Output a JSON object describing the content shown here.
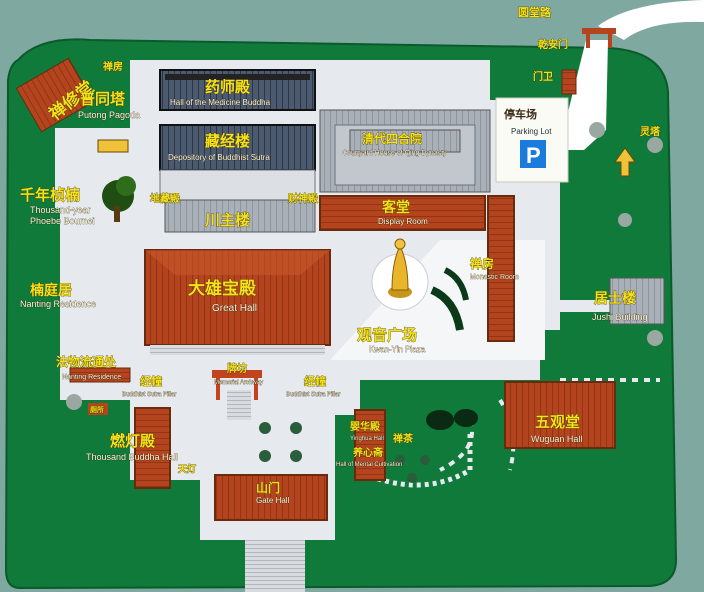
{
  "colors": {
    "water": "#7fa8a0",
    "grass": "#0f7a3a",
    "plaza": "#e6e9ee",
    "roof_red": "#b3441e",
    "roof_dark": "#3c4a5c",
    "road": "#ffffff",
    "label": "#f5e21a"
  },
  "icons": [
    "statue-icon",
    "parking-icon",
    "tree-icon",
    "arrow-icon",
    "gate-icon",
    "lotus-pond-icon"
  ],
  "labels": {
    "yuantang_road": "圆堂路",
    "qianan_gate": "乾安门",
    "guard": "门卫",
    "lingta": "灵塔",
    "chanxiutang": "禅修堂",
    "chanfang_top": "禅房",
    "putong_cn": "普同塔",
    "putong_en": "Putong Pagoda",
    "yaoshi_cn": "药师殿",
    "yaoshi_en": "Hall of the Medicine Buddha",
    "cangjing_cn": "藏经楼",
    "cangjing_en": "Depository of Buddhist Sutra",
    "qinghua_cn": "清代四合院",
    "qinghua_en": "Courtyard House of Qing Dynasty",
    "parking_cn": "停车场",
    "parking_en": "Parking Lot",
    "parking_letter": "P",
    "qiannian_cn": "千年桢楠",
    "qiannian_en1": "Thousand-year",
    "qiannian_en2": "Phoebe Bournei",
    "dizang": "地藏殿",
    "caishen": "财神殿",
    "chuanzhu": "川主楼",
    "ketang_cn": "客堂",
    "ketang_en": "Display Room",
    "chanfang_cn": "禅房",
    "chanfang_en": "Monastic Room",
    "nanting_cn": "楠庭居",
    "nanting_en": "Nanting Residence",
    "daxiong_cn": "大雄宝殿",
    "daxiong_en": "Great Hall",
    "guanyin_cn": "观音广场",
    "guanyin_en": "Kwan-Yin Plaza",
    "jushi_cn": "居士楼",
    "jushi_en": "Jushi Building",
    "fawu_cn": "法物流通处",
    "fawu_en": "Nanting Residence",
    "jingchuang_l_cn": "经幢",
    "jingchuang_l_en": "Buddhist Sutra Pillar",
    "paifang_cn": "牌坊",
    "paifang_en": "Memorial Archway",
    "jingchuang_r_cn": "经幢",
    "jingchuang_r_en": "Buddhist Sutra Pillar",
    "wuguan_cn": "五观堂",
    "wuguan_en": "Wuguan Hall",
    "yinghua_cn": "婴华殿",
    "yinghua_en": "Yinghua Hall",
    "yangxin_cn": "养心斋",
    "yangxin_en": "Hall of Mental Cultivation",
    "chancha": "禅茶",
    "randeng_cn": "燃灯殿",
    "randeng_en": "Thousand Buddha Hall",
    "tiandeng": "天灯",
    "shanmen_cn": "山门",
    "shanmen_en": "Gate Hall",
    "cesuo": "厕所"
  }
}
